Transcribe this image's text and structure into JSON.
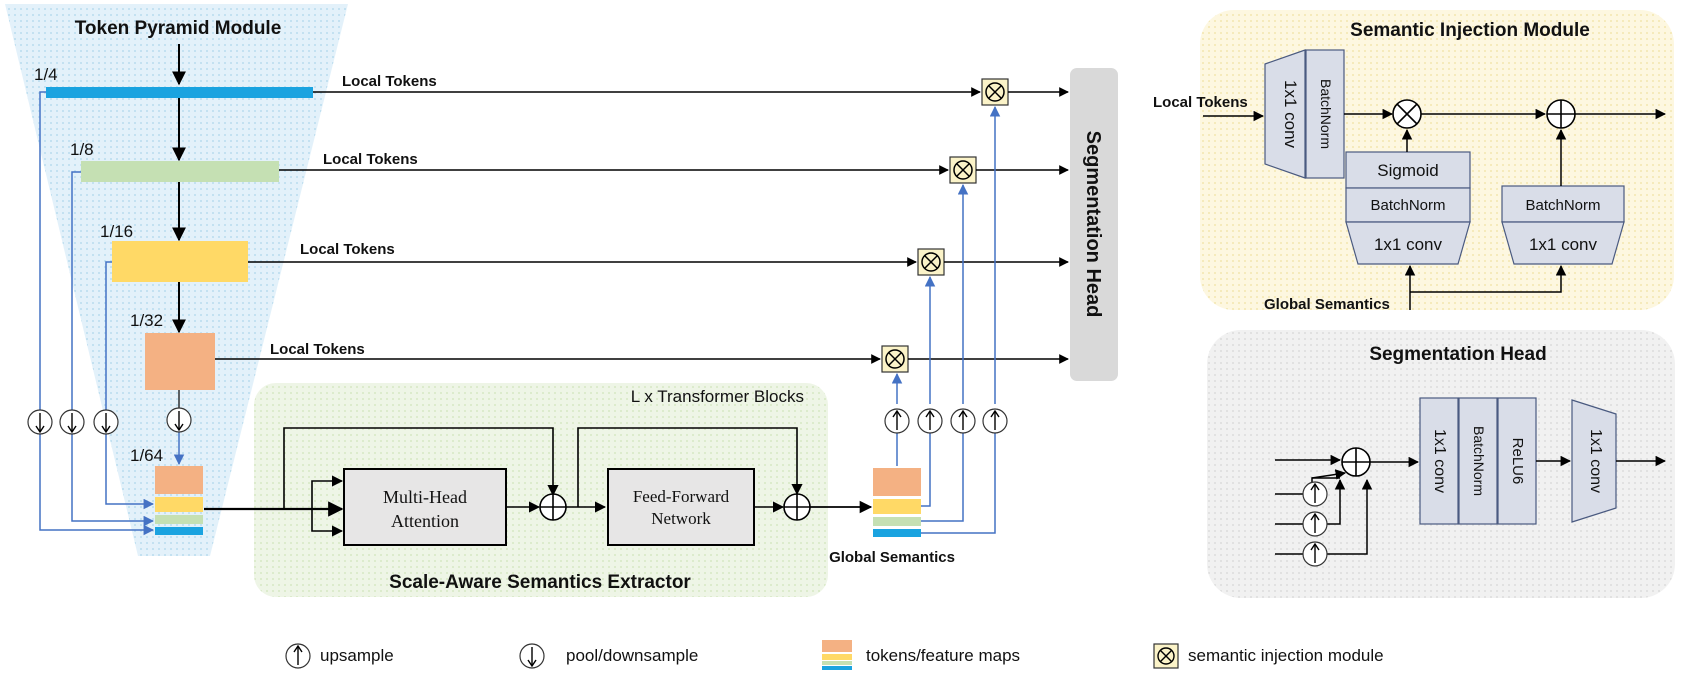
{
  "tpm": {
    "title": "Token Pyramid Module",
    "scales": [
      "1/4",
      "1/8",
      "1/16",
      "1/32",
      "1/64"
    ],
    "local_tokens": "Local Tokens"
  },
  "seg_head_bar": "Segmentation Head",
  "sase": {
    "title": "Scale-Aware Semantics Extractor",
    "blocks_label": "L x Transformer Blocks",
    "mha_line1": "Multi-Head",
    "mha_line2": "Attention",
    "ffn_line1": "Feed-Forward",
    "ffn_line2": "Network"
  },
  "global_semantics": "Global Semantics",
  "sim": {
    "title": "Semantic Injection Module",
    "local_tokens": "Local Tokens",
    "conv": "1x1 conv",
    "batchnorm": "BatchNorm",
    "sigmoid": "Sigmoid",
    "global_semantics": "Global Semantics"
  },
  "seghead": {
    "title": "Segmentation Head",
    "conv": "1x1 conv",
    "batchnorm": "BatchNorm",
    "relu": "ReLU6"
  },
  "legend": {
    "upsample": "upsample",
    "pool": "pool/downsample",
    "tokens": "tokens/feature maps",
    "sim": "semantic injection module"
  },
  "colors": {
    "scale_1_4": "#1aa3e0",
    "scale_1_8": "#c5e0b3",
    "scale_1_16": "#ffd966",
    "scale_1_32": "#f4b183",
    "arrow_blue": "#4472c4",
    "sim_box": "#fbf3c8",
    "seg_bar": "#d9d9d9"
  }
}
